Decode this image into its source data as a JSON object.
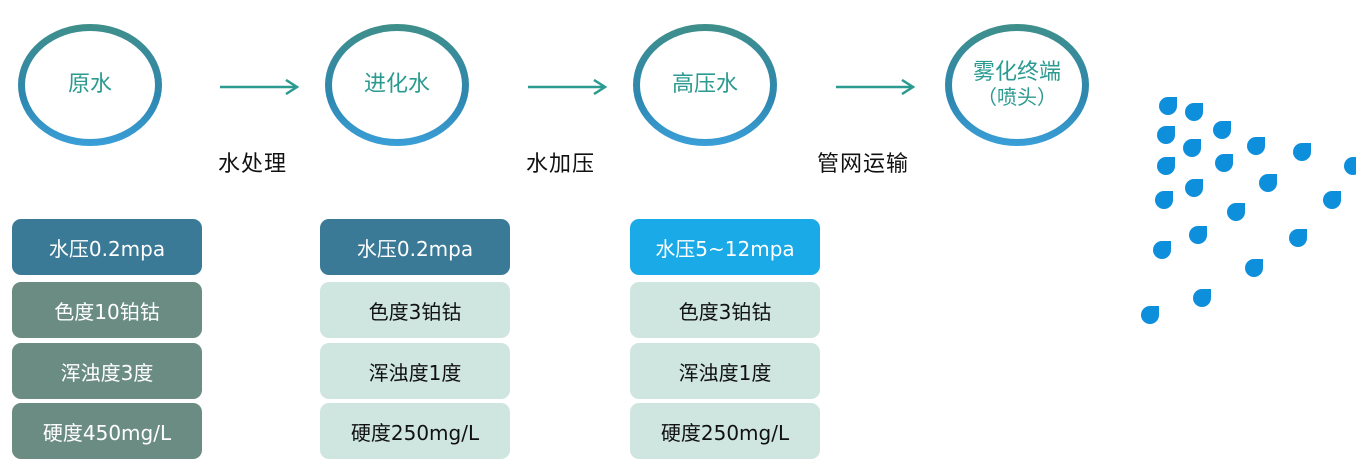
{
  "stages": [
    {
      "line1": "原水",
      "line2": ""
    },
    {
      "line1": "进化水",
      "line2": ""
    },
    {
      "line1": "高压水",
      "line2": ""
    },
    {
      "line1": "雾化终端",
      "line2": "（喷头）"
    }
  ],
  "processes": [
    "水处理",
    "水加压",
    "管网运输"
  ],
  "columns": [
    {
      "rows": [
        "水压0.2mpa",
        "色度10铂钴",
        "浑浊度3度",
        "硬度450mg/L"
      ]
    },
    {
      "rows": [
        "水压0.2mpa",
        "色度3铂钴",
        "浑浊度1度",
        "硬度250mg/L"
      ]
    },
    {
      "rows": [
        "水压5~12mpa",
        "色度3铂钴",
        "浑浊度1度",
        "硬度250mg/L"
      ]
    }
  ],
  "colors": {
    "ring_text": "#2b9a90",
    "arrow": "#2b9a90",
    "col1_pressure_bg": "#3a7a96",
    "col1_other_bg": "#6b8c82",
    "col2_pressure_bg": "#3a7a96",
    "col2_other_bg": "#cfe6e0",
    "col3_pressure_bg": "#1aaae8",
    "col3_other_bg": "#cfe6e0",
    "drop": "#0d8fdc"
  }
}
